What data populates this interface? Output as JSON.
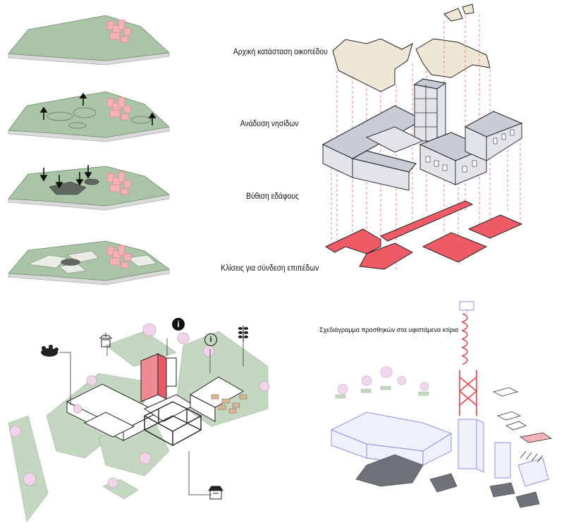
{
  "labels": {
    "step1": "Αρχική κατάσταση οικοπέδου",
    "step2": "Ανάδυση νησίδων",
    "step3": "Βύθιση εδάφους",
    "step4": "Κλίσεις για σύνδεση επιπέδων",
    "additions": "Σχεδιάγραμμα προσθηκών στα υφιστάμενα κτίρια"
  },
  "icons": {
    "info": "i",
    "info_person": "i"
  },
  "colors": {
    "terrain": "#a9c4a7",
    "pink_buildings": "#f3b2b6",
    "red_slabs": "#ee5a66",
    "blue_additions": "#8b92dc"
  }
}
